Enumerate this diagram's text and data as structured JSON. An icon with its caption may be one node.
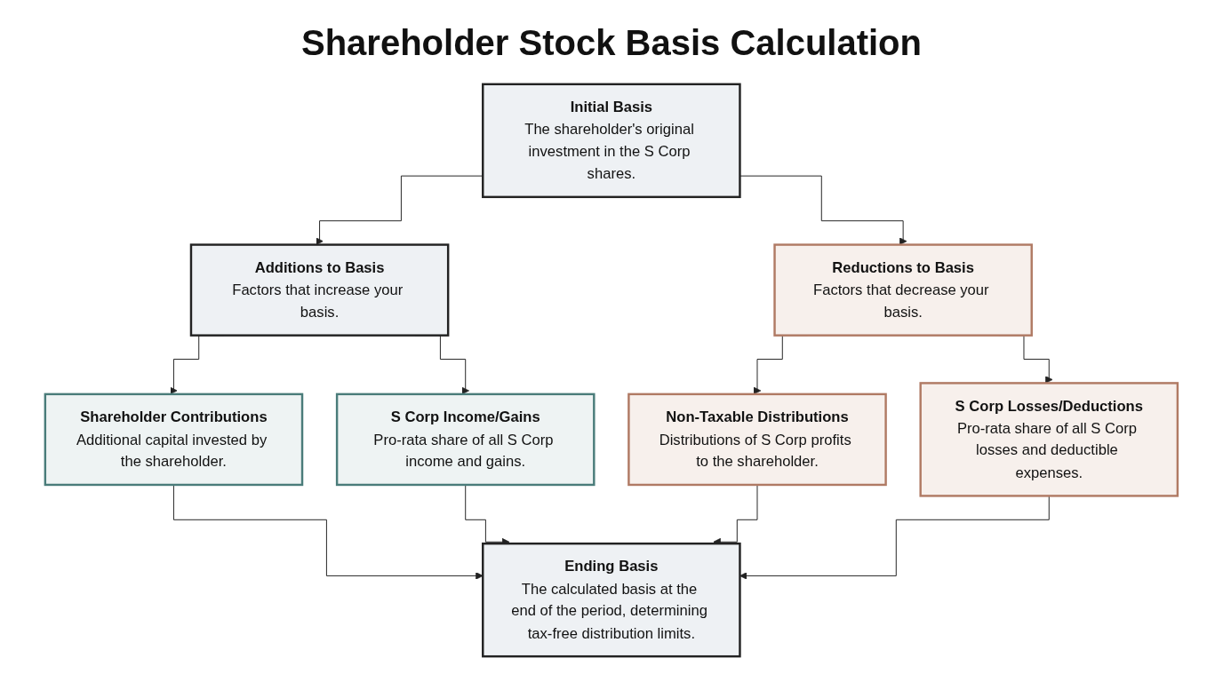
{
  "diagram": {
    "title": "Shareholder Stock Basis Calculation",
    "nodes": [
      {
        "text": [
          "Initial Basis",
          "The shareholder's original investment in the S Corp shares."
        ]
      },
      {
        "text": [
          "Additions to Basis",
          "Factors that increase your basis."
        ]
      },
      {
        "text": [
          "Reductions to Basis",
          "Factors that decrease your basis."
        ]
      },
      {
        "text": [
          "Shareholder Contributions",
          "Additional capital invested by the shareholder."
        ]
      },
      {
        "text": [
          "S Corp Income/Gains",
          "Pro-rata share of all S Corp income and gains."
        ]
      },
      {
        "text": [
          "Non-Taxable Distributions",
          "Distributions of S Corp profits to the shareholder."
        ]
      },
      {
        "text": [
          "S Corp Losses/Deductions",
          "Pro-rata share of all S Corp losses and deductible expenses."
        ]
      },
      {
        "text": [
          "Ending Basis",
          "The calculated basis at the end of the period, determining tax-free distribution limits."
        ]
      }
    ],
    "edges": [
      {
        "from": 0,
        "to": 1,
        "arrow": "to"
      },
      {
        "from": 0,
        "to": 2,
        "arrow": "to"
      },
      {
        "from": 1,
        "to": 3,
        "arrow": "to"
      },
      {
        "from": 1,
        "to": 4,
        "arrow": "to"
      },
      {
        "from": 2,
        "to": 5,
        "arrow": "to"
      },
      {
        "from": 2,
        "to": 6,
        "arrow": "to"
      },
      {
        "from": 3,
        "to": 7,
        "arrow": "to"
      },
      {
        "from": 4,
        "to": 7,
        "arrow": "to"
      },
      {
        "from": 5,
        "to": 7,
        "arrow": "to"
      },
      {
        "from": 6,
        "to": 7,
        "arrow": "to"
      }
    ]
  }
}
